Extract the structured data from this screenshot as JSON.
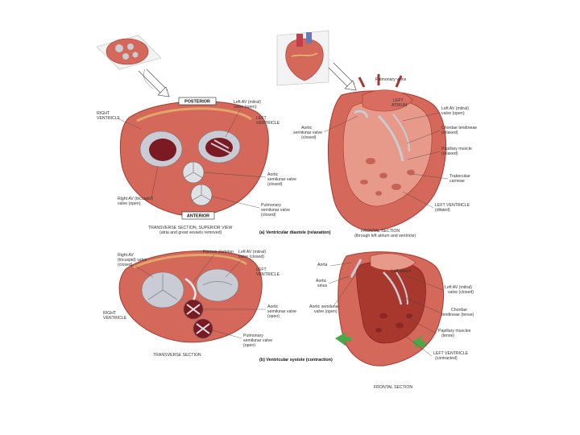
{
  "panel_a": {
    "caption": "(a) Ventricular diastole (relaxation)",
    "transverse": {
      "posterior": "POSTERIOR",
      "anterior": "ANTERIOR",
      "title": "TRANSVERSE SECTION, SUPERIOR VIEW",
      "subtitle": "(atria and great vessels removed)",
      "right_ventricle": [
        "RIGHT",
        "VENTRICLE"
      ],
      "left_av_valve": [
        "Left AV (mitral)",
        "valve (open)"
      ],
      "left_ventricle": [
        "LEFT",
        "VENTRICLE"
      ],
      "aortic_valve": [
        "Aortic",
        "semilunar valve",
        "(closed)"
      ],
      "pulmonary_valve": [
        "Pulmonary",
        "semilunar valve",
        "(closed)"
      ],
      "right_av_valve": [
        "Right AV (tricuspid)",
        "valve (open)"
      ]
    },
    "frontal": {
      "pulmonary_veins": "Pulmonary veins",
      "left_atrium": [
        "LEFT",
        "ATRIUM"
      ],
      "left_av_valve": [
        "Left AV (mitral)",
        "valve (open)"
      ],
      "chordae": [
        "Chordae tendineae",
        "(relaxed)"
      ],
      "papillary": [
        "Papillary muscle",
        "(relaxed)"
      ],
      "trabeculae": [
        "Trabeculae",
        "carneae"
      ],
      "left_ventricle": [
        "LEFT VENTRICLE",
        "(dilated)"
      ],
      "aortic_valve": [
        "Aortic",
        "semilunar valve",
        "(closed)"
      ],
      "title": "FRONTAL SECTION",
      "subtitle": "(through left atrium and ventricle)"
    }
  },
  "panel_b": {
    "caption": "(b) Ventricular systole (contraction)",
    "transverse": {
      "fibrous_skeleton": "Fibrous skeleton",
      "right_av_valve": [
        "Right AV",
        "(tricuspid) valve",
        "(closed)"
      ],
      "left_av_valve": [
        "Left AV (mitral)",
        "valve (closed)"
      ],
      "left_ventricle": [
        "LEFT",
        "VENTRICLE"
      ],
      "right_ventricle": [
        "RIGHT",
        "VENTRICLE"
      ],
      "aortic_valve": [
        "Aortic",
        "semilunar valve",
        "(open)"
      ],
      "pulmonary_valve": [
        "Pulmonary",
        "semilunar valve",
        "(open)"
      ],
      "title": "TRANSVERSE SECTION"
    },
    "frontal": {
      "aorta": "Aorta",
      "aortic_sinus": [
        "Aortic",
        "sinus"
      ],
      "aortic_valve": [
        "Aortic semilunar",
        "valve (open)"
      ],
      "left_atrium": "Left atrium",
      "left_av_valve": [
        "Left AV (mitral)",
        "valve (closed)"
      ],
      "chordae": [
        "Chordae",
        "tendineae (tense)"
      ],
      "papillary": [
        "Papillary muscles",
        "(tense)"
      ],
      "left_ventricle": [
        "LEFT VENTRICLE",
        "(contracted)"
      ],
      "title": "FRONTAL SECTION"
    }
  },
  "colors": {
    "muscle": "#d4685a",
    "muscle_dark": "#a8382e",
    "muscle_light": "#e89a8a",
    "cavity": "#7c1a24",
    "valve": "#c9ccd4",
    "fat": "#e8c070",
    "arrow_green": "#4aa84a"
  }
}
